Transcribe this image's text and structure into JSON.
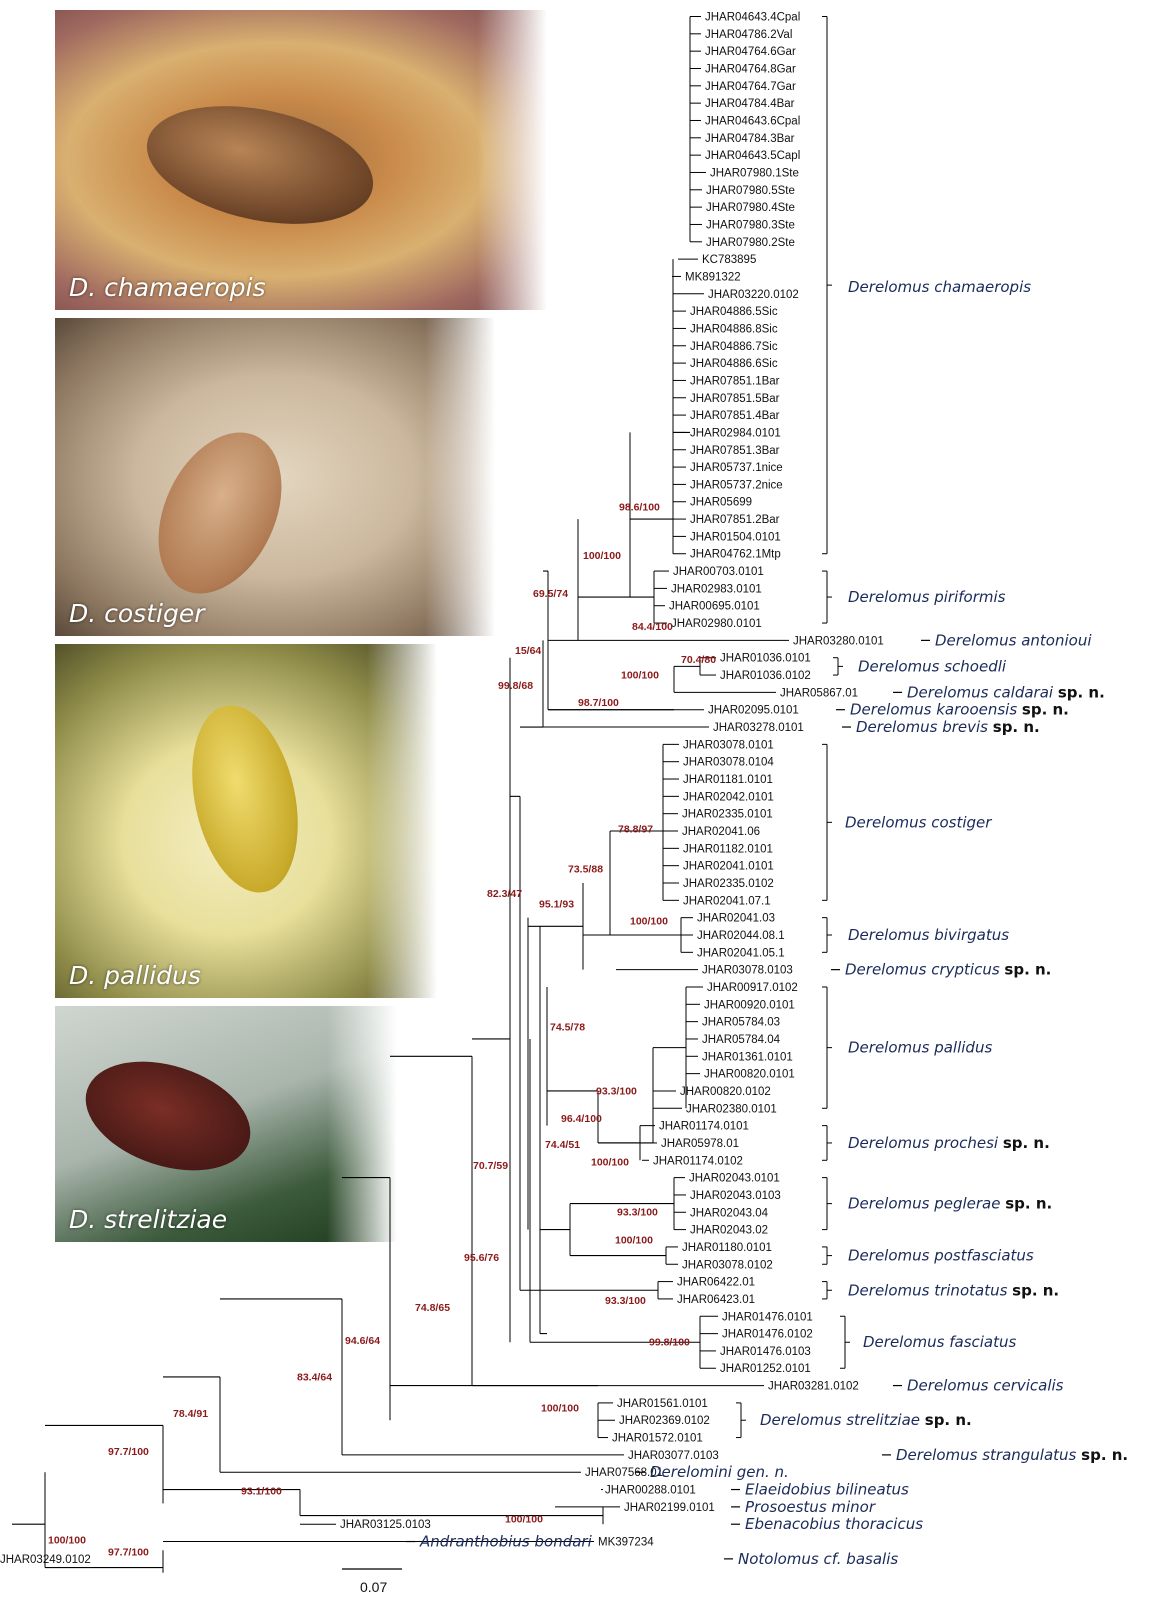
{
  "photos": [
    {
      "caption": "D. chamaeropis"
    },
    {
      "caption": "D. costiger"
    },
    {
      "caption": "D. pallidus"
    },
    {
      "caption": "D. strelitziae"
    }
  ],
  "scale_label": "0.07",
  "colors": {
    "support": "#8b1a1a",
    "taxon": "#1a2a5a",
    "branch": "#000000"
  },
  "tips": [
    "JHAR04643.4Cpal",
    "JHAR04786.2Val",
    "JHAR04764.6Gar",
    "JHAR04764.8Gar",
    "JHAR04764.7Gar",
    "JHAR04784.4Bar",
    "JHAR04643.6Cpal",
    "JHAR04784.3Bar",
    "JHAR04643.5Capl",
    "JHAR07980.1Ste",
    "JHAR07980.5Ste",
    "JHAR07980.4Ste",
    "JHAR07980.3Ste",
    "JHAR07980.2Ste",
    "KC783895",
    "MK891322",
    "JHAR03220.0102",
    "JHAR04886.5Sic",
    "JHAR04886.8Sic",
    "JHAR04886.7Sic",
    "JHAR04886.6Sic",
    "JHAR07851.1Bar",
    "JHAR07851.5Bar",
    "JHAR07851.4Bar",
    "JHAR02984.0101",
    "JHAR07851.3Bar",
    "JHAR05737.1nice",
    "JHAR05737.2nice",
    "JHAR05699",
    "JHAR07851.2Bar",
    "JHAR01504.0101",
    "JHAR04762.1Mtp",
    "JHAR00703.0101",
    "JHAR02983.0101",
    "JHAR00695.0101",
    "JHAR02980.0101",
    "JHAR03280.0101",
    "JHAR01036.0101",
    "JHAR01036.0102",
    "JHAR05867.01",
    "JHAR02095.0101",
    "JHAR03278.0101",
    "JHAR03078.0101",
    "JHAR03078.0104",
    "JHAR01181.0101",
    "JHAR02042.0101",
    "JHAR02335.0101",
    "JHAR02041.06",
    "JHAR01182.0101",
    "JHAR02041.0101",
    "JHAR02335.0102",
    "JHAR02041.07.1",
    "JHAR02041.03",
    "JHAR02044.08.1",
    "JHAR02041.05.1",
    "JHAR03078.0103",
    "JHAR00917.0102",
    "JHAR00920.0101",
    "JHAR05784.03",
    "JHAR05784.04",
    "JHAR01361.0101",
    "JHAR00820.0101",
    "JHAR00820.0102",
    "JHAR02380.0101",
    "JHAR01174.0101",
    "JHAR05978.01",
    "JHAR01174.0102",
    "JHAR02043.0101",
    "JHAR02043.0103",
    "JHAR02043.04",
    "JHAR02043.02",
    "JHAR01180.0101",
    "JHAR03078.0102",
    "JHAR06422.01",
    "JHAR06423.01",
    "JHAR01476.0101",
    "JHAR01476.0102",
    "JHAR01476.0103",
    "JHAR01252.0101",
    "JHAR03281.0102",
    "JHAR01561.0101",
    "JHAR02369.0102",
    "JHAR01572.0101",
    "JHAR03077.0103",
    "JHAR07568.01",
    "JHAR00288.0101",
    "JHAR02199.0101",
    "JHAR03125.0103",
    "MK397234",
    "JHAR03249.0102"
  ],
  "clades": [
    {
      "name": "Derelomus chamaeropis",
      "suffix": ""
    },
    {
      "name": "Derelomus piriformis",
      "suffix": ""
    },
    {
      "name": "Derelomus antonioui",
      "suffix": ""
    },
    {
      "name": "Derelomus schoedli",
      "suffix": ""
    },
    {
      "name": "Derelomus caldarai",
      "suffix": "sp. n."
    },
    {
      "name": "Derelomus karooensis",
      "suffix": "sp. n."
    },
    {
      "name": "Derelomus brevis",
      "suffix": "sp. n."
    },
    {
      "name": "Derelomus costiger",
      "suffix": ""
    },
    {
      "name": "Derelomus bivirgatus",
      "suffix": ""
    },
    {
      "name": "Derelomus crypticus",
      "suffix": "sp. n."
    },
    {
      "name": "Derelomus pallidus",
      "suffix": ""
    },
    {
      "name": "Derelomus prochesi",
      "suffix": "sp. n."
    },
    {
      "name": "Derelomus peglerae",
      "suffix": "sp. n."
    },
    {
      "name": "Derelomus postfasciatus",
      "suffix": ""
    },
    {
      "name": "Derelomus trinotatus",
      "suffix": "sp. n."
    },
    {
      "name": "Derelomus fasciatus",
      "suffix": ""
    },
    {
      "name": "Derelomus cervicalis",
      "suffix": ""
    },
    {
      "name": "Derelomus strelitziae",
      "suffix": "sp. n."
    },
    {
      "name": "Derelomus strangulatus",
      "suffix": "sp. n."
    },
    {
      "name": "Derelomini gen. n.",
      "suffix": ""
    },
    {
      "name": "Elaeidobius bilineatus",
      "suffix": ""
    },
    {
      "name": "Prosoestus minor",
      "suffix": ""
    },
    {
      "name": "Ebenacobius thoracicus",
      "suffix": ""
    },
    {
      "name": "Andranthobius bondari",
      "suffix": ""
    },
    {
      "name": "Notolomus cf. basalis",
      "suffix": ""
    }
  ],
  "supports": [
    "98.6/100",
    "100/100",
    "69.5/74",
    "84.4/100",
    "15/64",
    "70.4/80",
    "100/100",
    "99.8/68",
    "98.7/100",
    "78.8/97",
    "73.5/88",
    "95.1/93",
    "100/100",
    "82.3/47",
    "74.5/78",
    "93.3/100",
    "96.4/100",
    "74.4/51",
    "100/100",
    "70.7/59",
    "93.3/100",
    "100/100",
    "93.3/100",
    "95.6/76",
    "99.8/100",
    "74.8/65",
    "94.6/64",
    "100/100",
    "83.4/64",
    "78.4/91",
    "97.7/100",
    "93.1/100",
    "100/100",
    "100/100",
    "97.7/100"
  ]
}
